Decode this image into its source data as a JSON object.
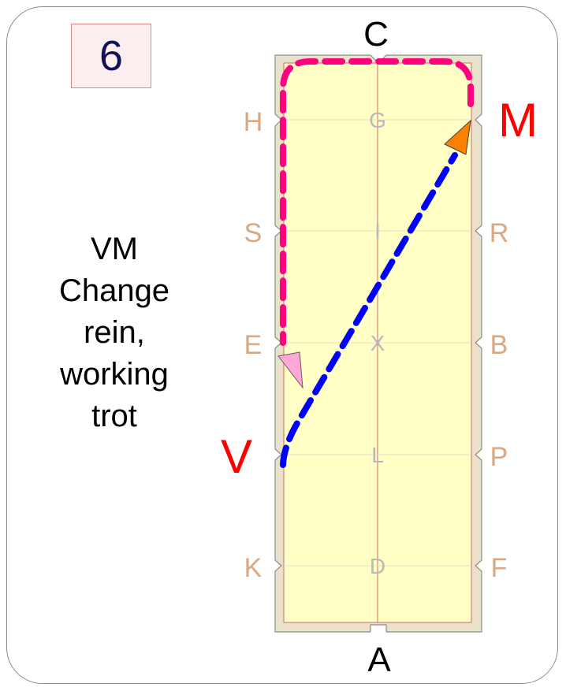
{
  "figure_number": "6",
  "description_lines": [
    "VM",
    "Change",
    "rein,",
    "working",
    "trot"
  ],
  "arena": {
    "end_letters": {
      "top": "C",
      "bottom": "A"
    },
    "left_letters": [
      "H",
      "S",
      "E",
      "V",
      "K"
    ],
    "right_letters": [
      "M",
      "R",
      "B",
      "P",
      "F"
    ],
    "centre_letters": [
      "G",
      "I",
      "X",
      "L",
      "D"
    ],
    "highlighted": {
      "left": "V",
      "right": "M"
    }
  },
  "colors": {
    "arena_fill": "#ffffc6",
    "arena_border": "#e9e1c9",
    "arena_line": "#d46a6a",
    "edge_letter": "#d8a882",
    "centre_letter": "#b9b9b9",
    "highlight_letter": "#ff0000",
    "path_blue": "#0000ff",
    "path_pink": "#ff007f",
    "arrow_orange": "#ff8000",
    "arrow_pink": "#ffa8d8"
  }
}
